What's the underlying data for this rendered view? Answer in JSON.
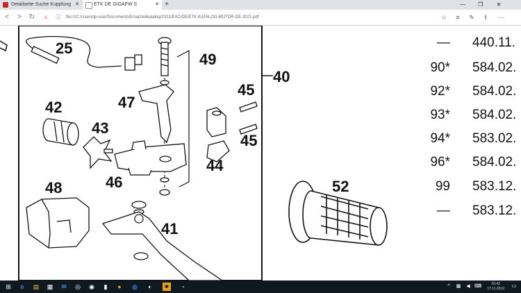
{
  "browser": {
    "tabs": [
      {
        "title": "Detailseite Suche Kupplung"
      },
      {
        "title": "ETK DE GIGAFW S"
      }
    ],
    "new_tab_glyph": "+",
    "window_controls": [
      "—",
      "❐",
      "✕"
    ],
    "nav": {
      "back": "<",
      "forward": ">",
      "reload": "↻"
    },
    "url": "file:///C:/Users/tp-user/Documents/Ersatzteilkatalog/2022/EXC/DE/ETK-KATALOG-MOTOR-DE-2021.pdf"
  },
  "diagram": {
    "assembly_label": "40",
    "labels": [
      "25",
      "49",
      "47",
      "45",
      "42",
      "43",
      "45",
      "44",
      "48",
      "46",
      "41",
      "52"
    ]
  },
  "parts_list": [
    {
      "pos": "—",
      "part": "440.11."
    },
    {
      "pos": "90*",
      "part": "584.02."
    },
    {
      "pos": "92*",
      "part": "584.02."
    },
    {
      "pos": "93*",
      "part": "584.02."
    },
    {
      "pos": "94*",
      "part": "583.02."
    },
    {
      "pos": "96*",
      "part": "584.02."
    },
    {
      "pos": "99",
      "part": "583.12."
    },
    {
      "pos": "—",
      "part": "583.12."
    }
  ],
  "taskbar": {
    "icons": [
      "windows-icon",
      "search-icon",
      "task-view-icon",
      "edge-icon",
      "explorer-icon",
      "store-icon",
      "media-icon",
      "chrome-icon",
      "settings-icon",
      "folder-icon",
      "terminal-icon"
    ],
    "time": "10:43",
    "date": "17.11.2019"
  }
}
